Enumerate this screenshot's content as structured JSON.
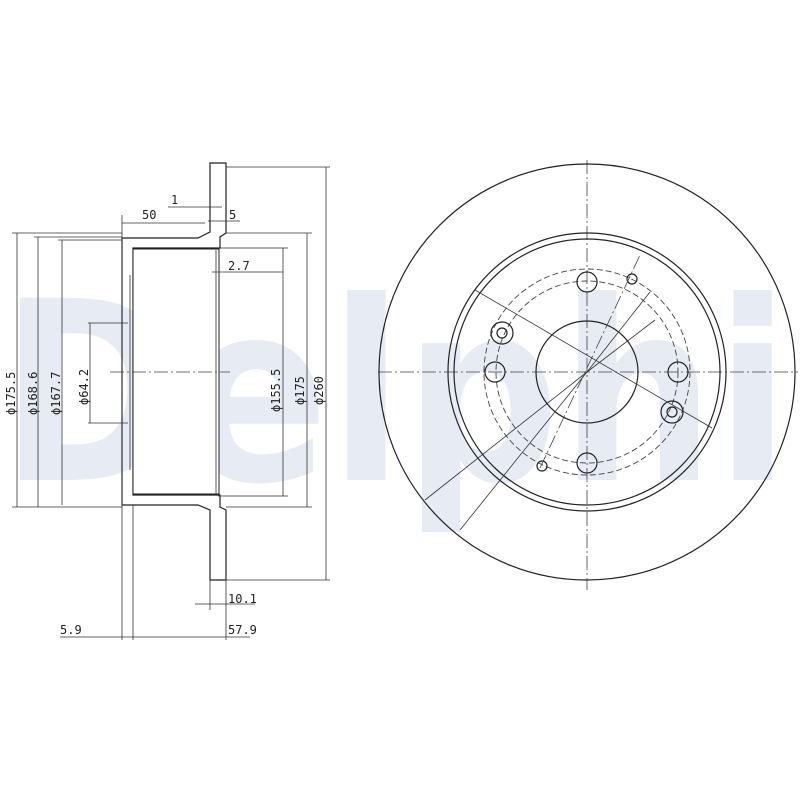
{
  "watermark": "Delphi",
  "side_view": {
    "dimensions": {
      "d1": "1",
      "d50": "50",
      "d5": "5",
      "d2_7": "2.7",
      "phi175_5": "ϕ175.5",
      "phi168_6": "ϕ168.6",
      "phi167_7": "ϕ167.7",
      "phi64_2": "ϕ64.2",
      "phi155_5": "ϕ155.5",
      "phi175": "ϕ175",
      "phi260": "ϕ260",
      "d10_1": "10.1",
      "d5_9": "5.9",
      "d57_9": "57.9"
    }
  },
  "front_view": {
    "bolt_holes": 4,
    "small_holes": 2,
    "threaded_holes": 2
  }
}
